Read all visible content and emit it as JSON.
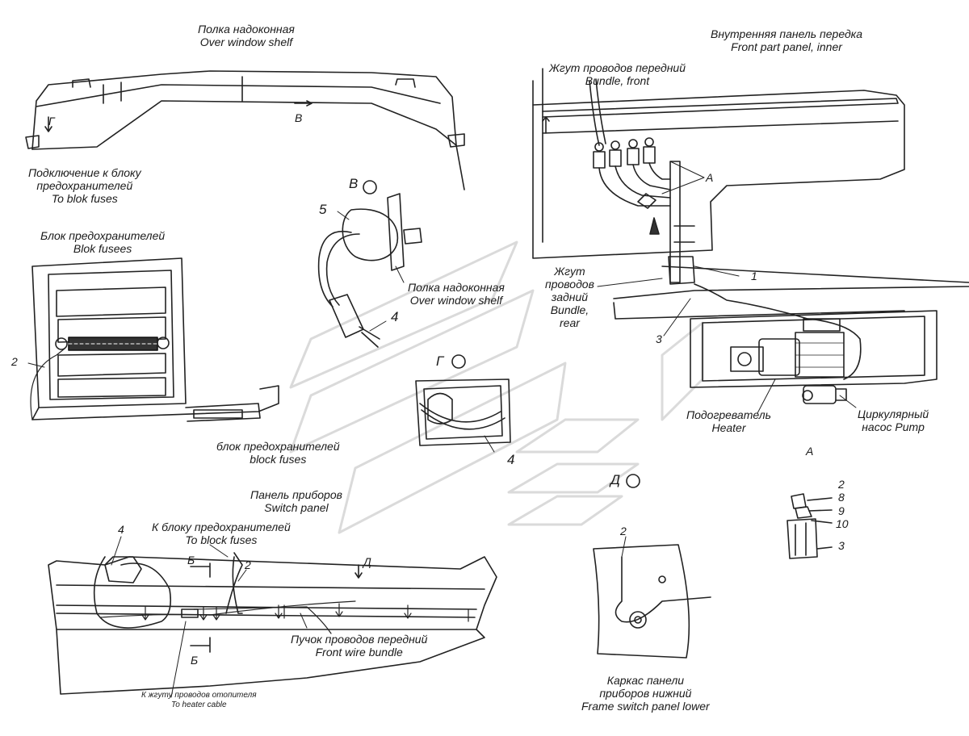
{
  "labels": {
    "shelf_top": [
      "Полка надоконная",
      "Over window  shelf"
    ],
    "front_panel": [
      "Внутренняя панель передка",
      "Front part panel, inner"
    ],
    "bundle_front": [
      "Жгут проводов передний",
      "Bundle, front"
    ],
    "connect_fuses": [
      "Подключение к блоку",
      "предохранителей",
      "To blok fuses"
    ],
    "fuse_block_top": [
      "Блок предохранителей",
      "Blok fusees"
    ],
    "shelf_mid": [
      "Полка надоконная",
      "Over window  shelf"
    ],
    "bundle_rear": [
      "Жгут",
      "проводов",
      "задний",
      "Bundle,",
      "rear"
    ],
    "heater": [
      "Подогреватель",
      "Heater"
    ],
    "pump": [
      "Циркулярный",
      "насос Pump"
    ],
    "fuse_block_bottom": [
      "блок предохранителей",
      "block fuses"
    ],
    "switch_panel": [
      "Панель приборов",
      "Switch panel"
    ],
    "to_fuse_block": [
      "К блоку предохранителей",
      "To block fuses"
    ],
    "front_wire": [
      "Пучок проводов передний",
      "Front wire bundle"
    ],
    "to_heater_cable": [
      "К жгуту проводов отопителя",
      "To heater cable"
    ],
    "frame_lower": [
      "Каркас панели",
      "приборов нижний",
      "Frame switch panel lower"
    ]
  },
  "views": {
    "view_b": "В",
    "view_g": "Г",
    "view_d": "Д",
    "view_a": "А",
    "section_b": "Б",
    "section_b2": "Б"
  },
  "callouts": {
    "n5": "5",
    "n4_top": "4",
    "n2_left": "2",
    "n4_mid": "4",
    "n1": "1",
    "n3": "3",
    "a_label": "A",
    "n2_frame": "2",
    "n4_bottom": "4",
    "n2_bottom": "2",
    "detail_a": [
      "2",
      "8",
      "9",
      "10",
      "3"
    ]
  }
}
